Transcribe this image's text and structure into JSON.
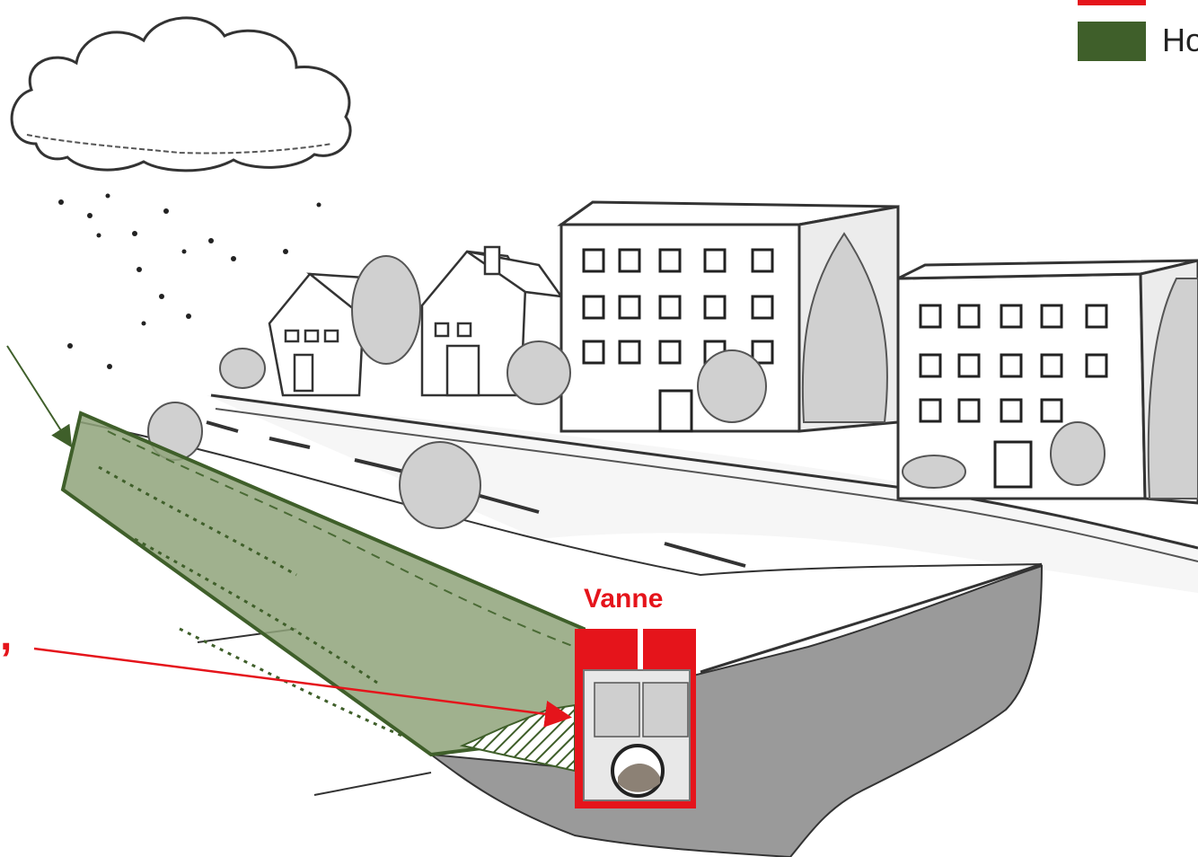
{
  "legend": {
    "items": [
      {
        "label": "",
        "color": "#e5141b",
        "icon": "legend-red-swatch"
      },
      {
        "label": "Ho",
        "color": "#3f5f2a",
        "icon": "legend-green-swatch"
      }
    ]
  },
  "labels": {
    "vanne": "Vanne",
    "left_fragment": ","
  },
  "colors": {
    "valve_red": "#e5141b",
    "hedge_green": "#3f5f2a",
    "hedge_fill": "#8fa37a",
    "soil_gray": "#8a8a8a",
    "arrow_green": "#3f5f2a",
    "arrow_red": "#e5141b"
  }
}
